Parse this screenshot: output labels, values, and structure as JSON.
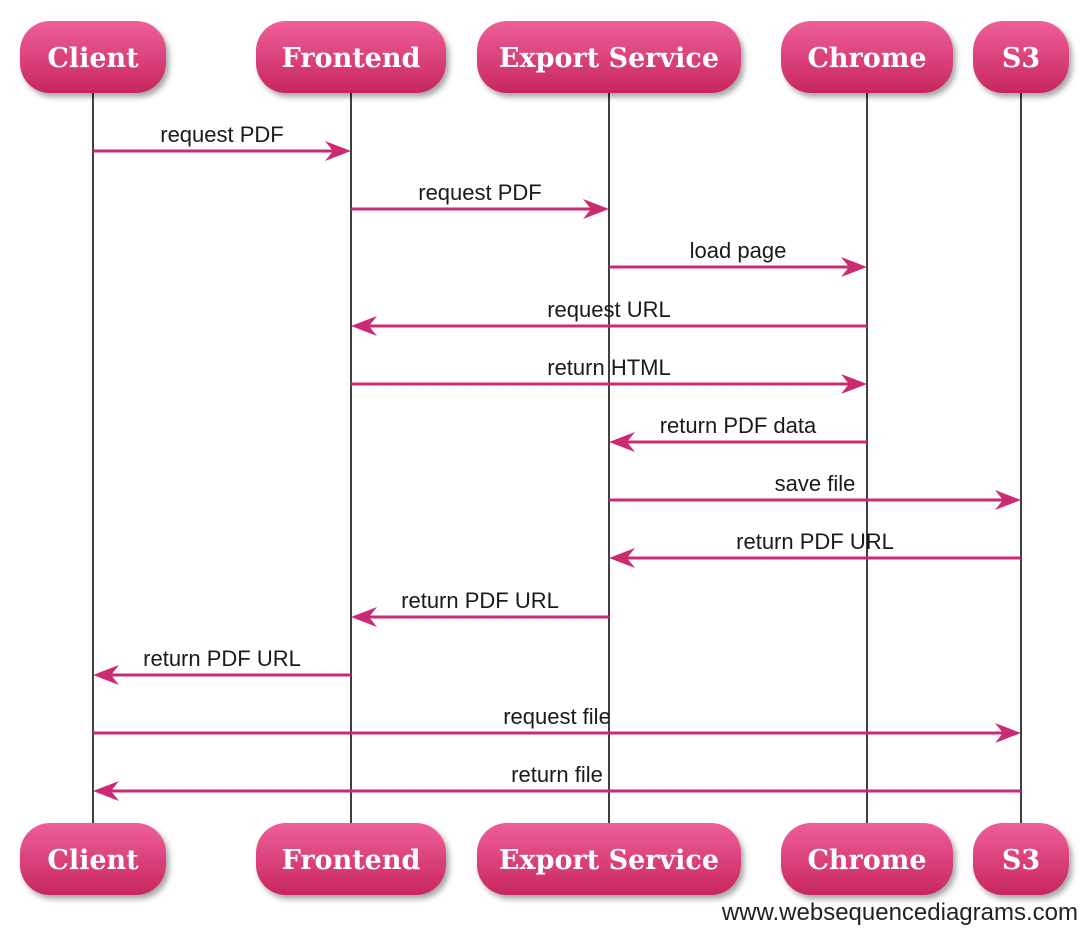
{
  "colors": {
    "accent": "#cc2a72",
    "box_top": "#ee5f9a",
    "box_bottom": "#c8265f",
    "lifeline": "#000000"
  },
  "participants": [
    {
      "id": "client",
      "label": "Client"
    },
    {
      "id": "frontend",
      "label": "Frontend"
    },
    {
      "id": "export",
      "label": "Export Service"
    },
    {
      "id": "chrome",
      "label": "Chrome"
    },
    {
      "id": "s3",
      "label": "S3"
    }
  ],
  "messages": [
    {
      "from": "client",
      "to": "frontend",
      "label": "request PDF"
    },
    {
      "from": "frontend",
      "to": "export",
      "label": "request PDF"
    },
    {
      "from": "export",
      "to": "chrome",
      "label": "load page"
    },
    {
      "from": "chrome",
      "to": "frontend",
      "label": "request URL"
    },
    {
      "from": "frontend",
      "to": "chrome",
      "label": "return HTML"
    },
    {
      "from": "chrome",
      "to": "export",
      "label": "return PDF data"
    },
    {
      "from": "export",
      "to": "s3",
      "label": "save file"
    },
    {
      "from": "s3",
      "to": "export",
      "label": "return PDF URL"
    },
    {
      "from": "export",
      "to": "frontend",
      "label": "return PDF URL"
    },
    {
      "from": "frontend",
      "to": "client",
      "label": "return PDF URL"
    },
    {
      "from": "client",
      "to": "s3",
      "label": "request file"
    },
    {
      "from": "s3",
      "to": "client",
      "label": "return file"
    }
  ],
  "watermark": "www.websequencediagrams.com"
}
